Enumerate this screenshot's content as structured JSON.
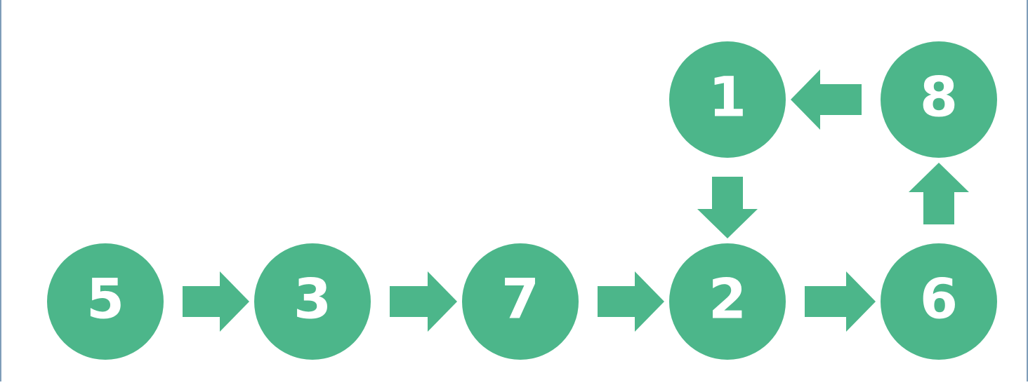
{
  "colors": {
    "node_fill": "#4cb68a",
    "arrow_fill": "#4cb68a",
    "label_color": "#ffffff",
    "background": "#ffffff",
    "frame": "#7f9db9"
  },
  "nodes": [
    {
      "id": "n5",
      "label": "5"
    },
    {
      "id": "n3",
      "label": "3"
    },
    {
      "id": "n7",
      "label": "7"
    },
    {
      "id": "n2",
      "label": "2"
    },
    {
      "id": "n6",
      "label": "6"
    },
    {
      "id": "n8",
      "label": "8"
    },
    {
      "id": "n1",
      "label": "1"
    }
  ],
  "edges": [
    {
      "from": "n5",
      "to": "n3"
    },
    {
      "from": "n3",
      "to": "n7"
    },
    {
      "from": "n7",
      "to": "n2"
    },
    {
      "from": "n2",
      "to": "n6"
    },
    {
      "from": "n6",
      "to": "n8"
    },
    {
      "from": "n8",
      "to": "n1"
    },
    {
      "from": "n1",
      "to": "n2"
    }
  ]
}
